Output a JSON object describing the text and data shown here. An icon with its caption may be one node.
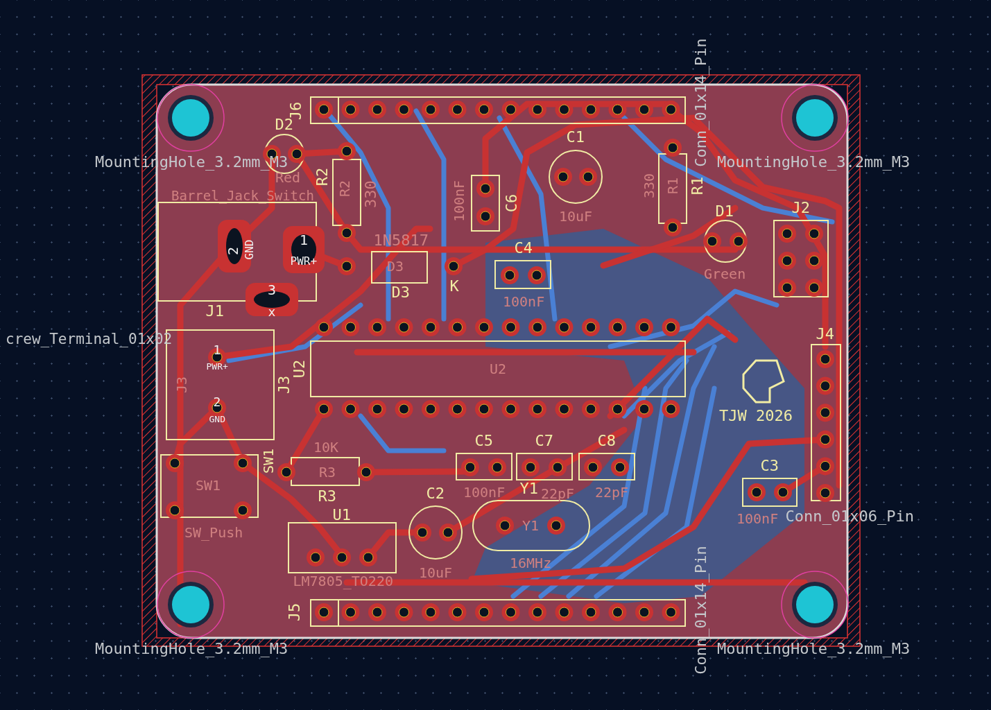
{
  "diagram": {
    "labels": [
      "Conn_01x14_Pin",
      "J6",
      "D2",
      "MountingHole_3.2mm_M3",
      "MountingHole_3.2mm_M3",
      "C1",
      "R2",
      "R2",
      "330",
      "Red",
      "Barrel_Jack_Switch",
      "100nF",
      "C6",
      "10uF",
      "330",
      "R1",
      "R1",
      "D1",
      "J2",
      "1N5817",
      "C4",
      "2",
      "GND",
      "1",
      "PWR+",
      "D3",
      "Green",
      "3",
      "x",
      "D3",
      "K",
      "100nF",
      "J1",
      "crew_Terminal_01x02",
      "J4",
      "U2",
      "U2",
      "J3",
      "J3",
      "1",
      "PWR+",
      "2",
      "GND",
      "TJW 2026",
      "C5",
      "C7",
      "C8",
      "10K",
      "R3",
      "R3",
      "SW1",
      "SW1",
      "C3",
      "C2",
      "100nF",
      "Y1",
      "22pF",
      "22pF",
      "U1",
      "100nF",
      "Conn_01x06_Pin",
      "SW_Push",
      "Y1",
      "LM7805_TO220",
      "10uF",
      "16MHz",
      "J5",
      "Conn_01x14_Pin",
      "MountingHole_3.2mm_M3",
      "MountingHole_3.2mm_M3"
    ]
  }
}
